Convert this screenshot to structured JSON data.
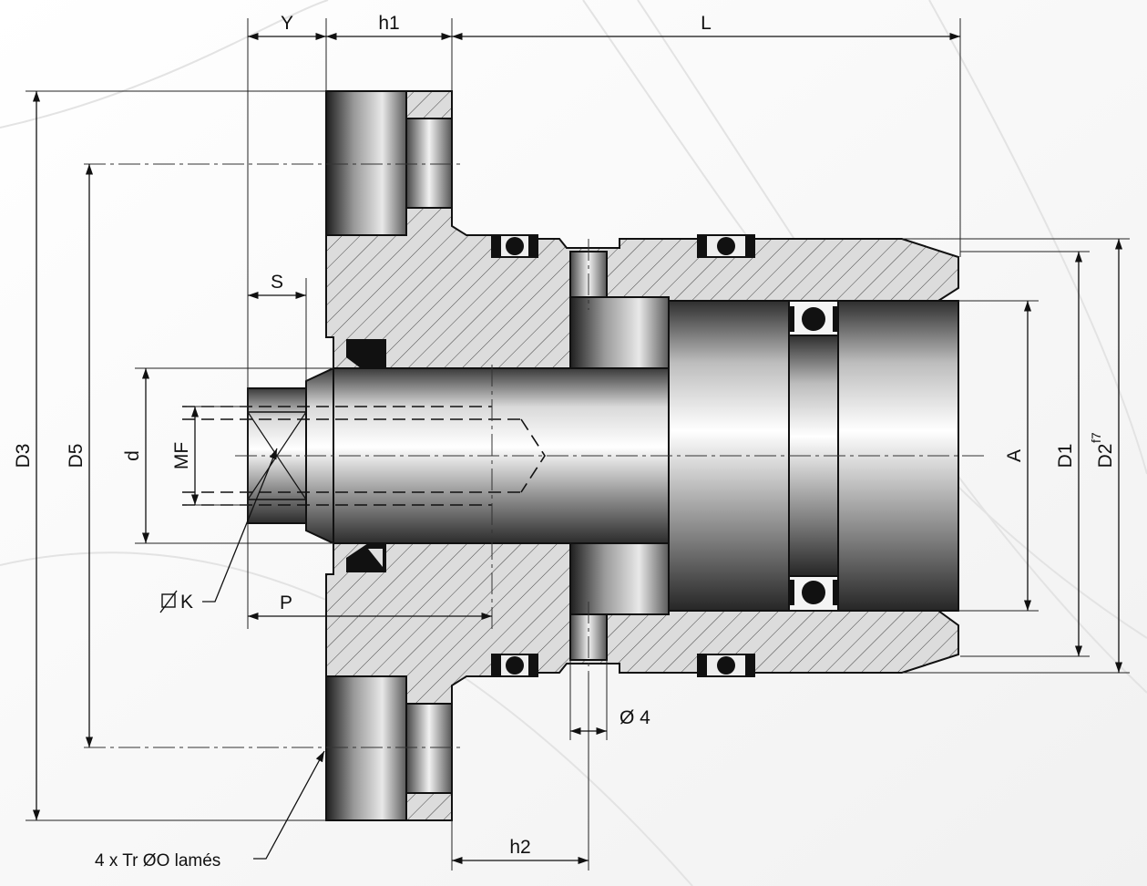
{
  "dimensions": {
    "Y": "Y",
    "h1": "h1",
    "L": "L",
    "S": "S",
    "P": "P",
    "h2": "h2",
    "phi4": "Ø 4",
    "D3": "D3",
    "D5": "D5",
    "d": "d",
    "MF": "MF",
    "A": "A",
    "D1": "D1",
    "D2": "D2",
    "D2_tolerance": "f7",
    "K": "K"
  },
  "callouts": {
    "holes": "4 x Tr ØO lamés"
  }
}
